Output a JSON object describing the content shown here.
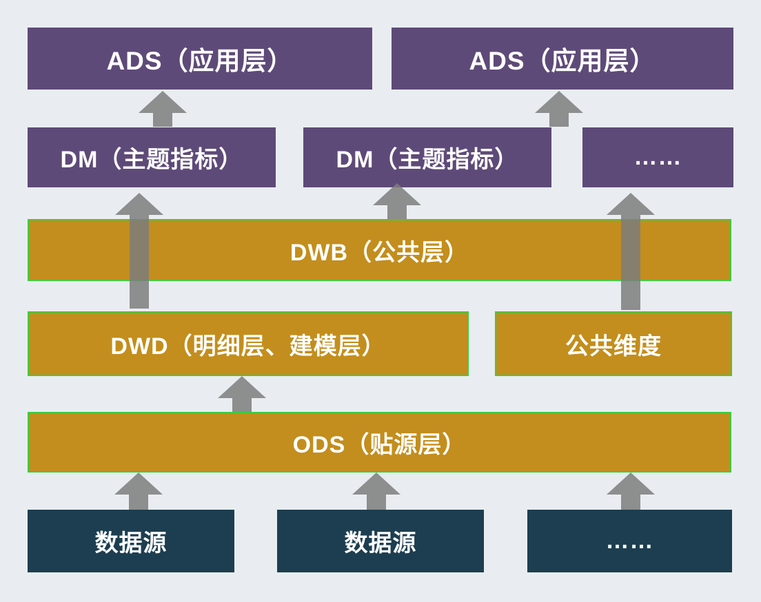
{
  "colors": {
    "background": "#e9edf1",
    "purple": "#5e4a78",
    "gold": "#c38e1d",
    "navy": "#1d3e50",
    "green_border": "#3dcc3d",
    "arrow": "rgba(125,125,125,0.85)"
  },
  "layers": {
    "ads": {
      "left": "ADS（应用层）",
      "right": "ADS（应用层）"
    },
    "dm": {
      "left": "DM（主题指标）",
      "center": "DM（主题指标）",
      "right": "……"
    },
    "dwb": "DWB（公共层）",
    "dwd": "DWD（明细层、建模层）",
    "common_dimension": "公共维度",
    "ods": "ODS（贴源层）",
    "sources": {
      "left": "数据源",
      "center": "数据源",
      "right": "……"
    }
  }
}
